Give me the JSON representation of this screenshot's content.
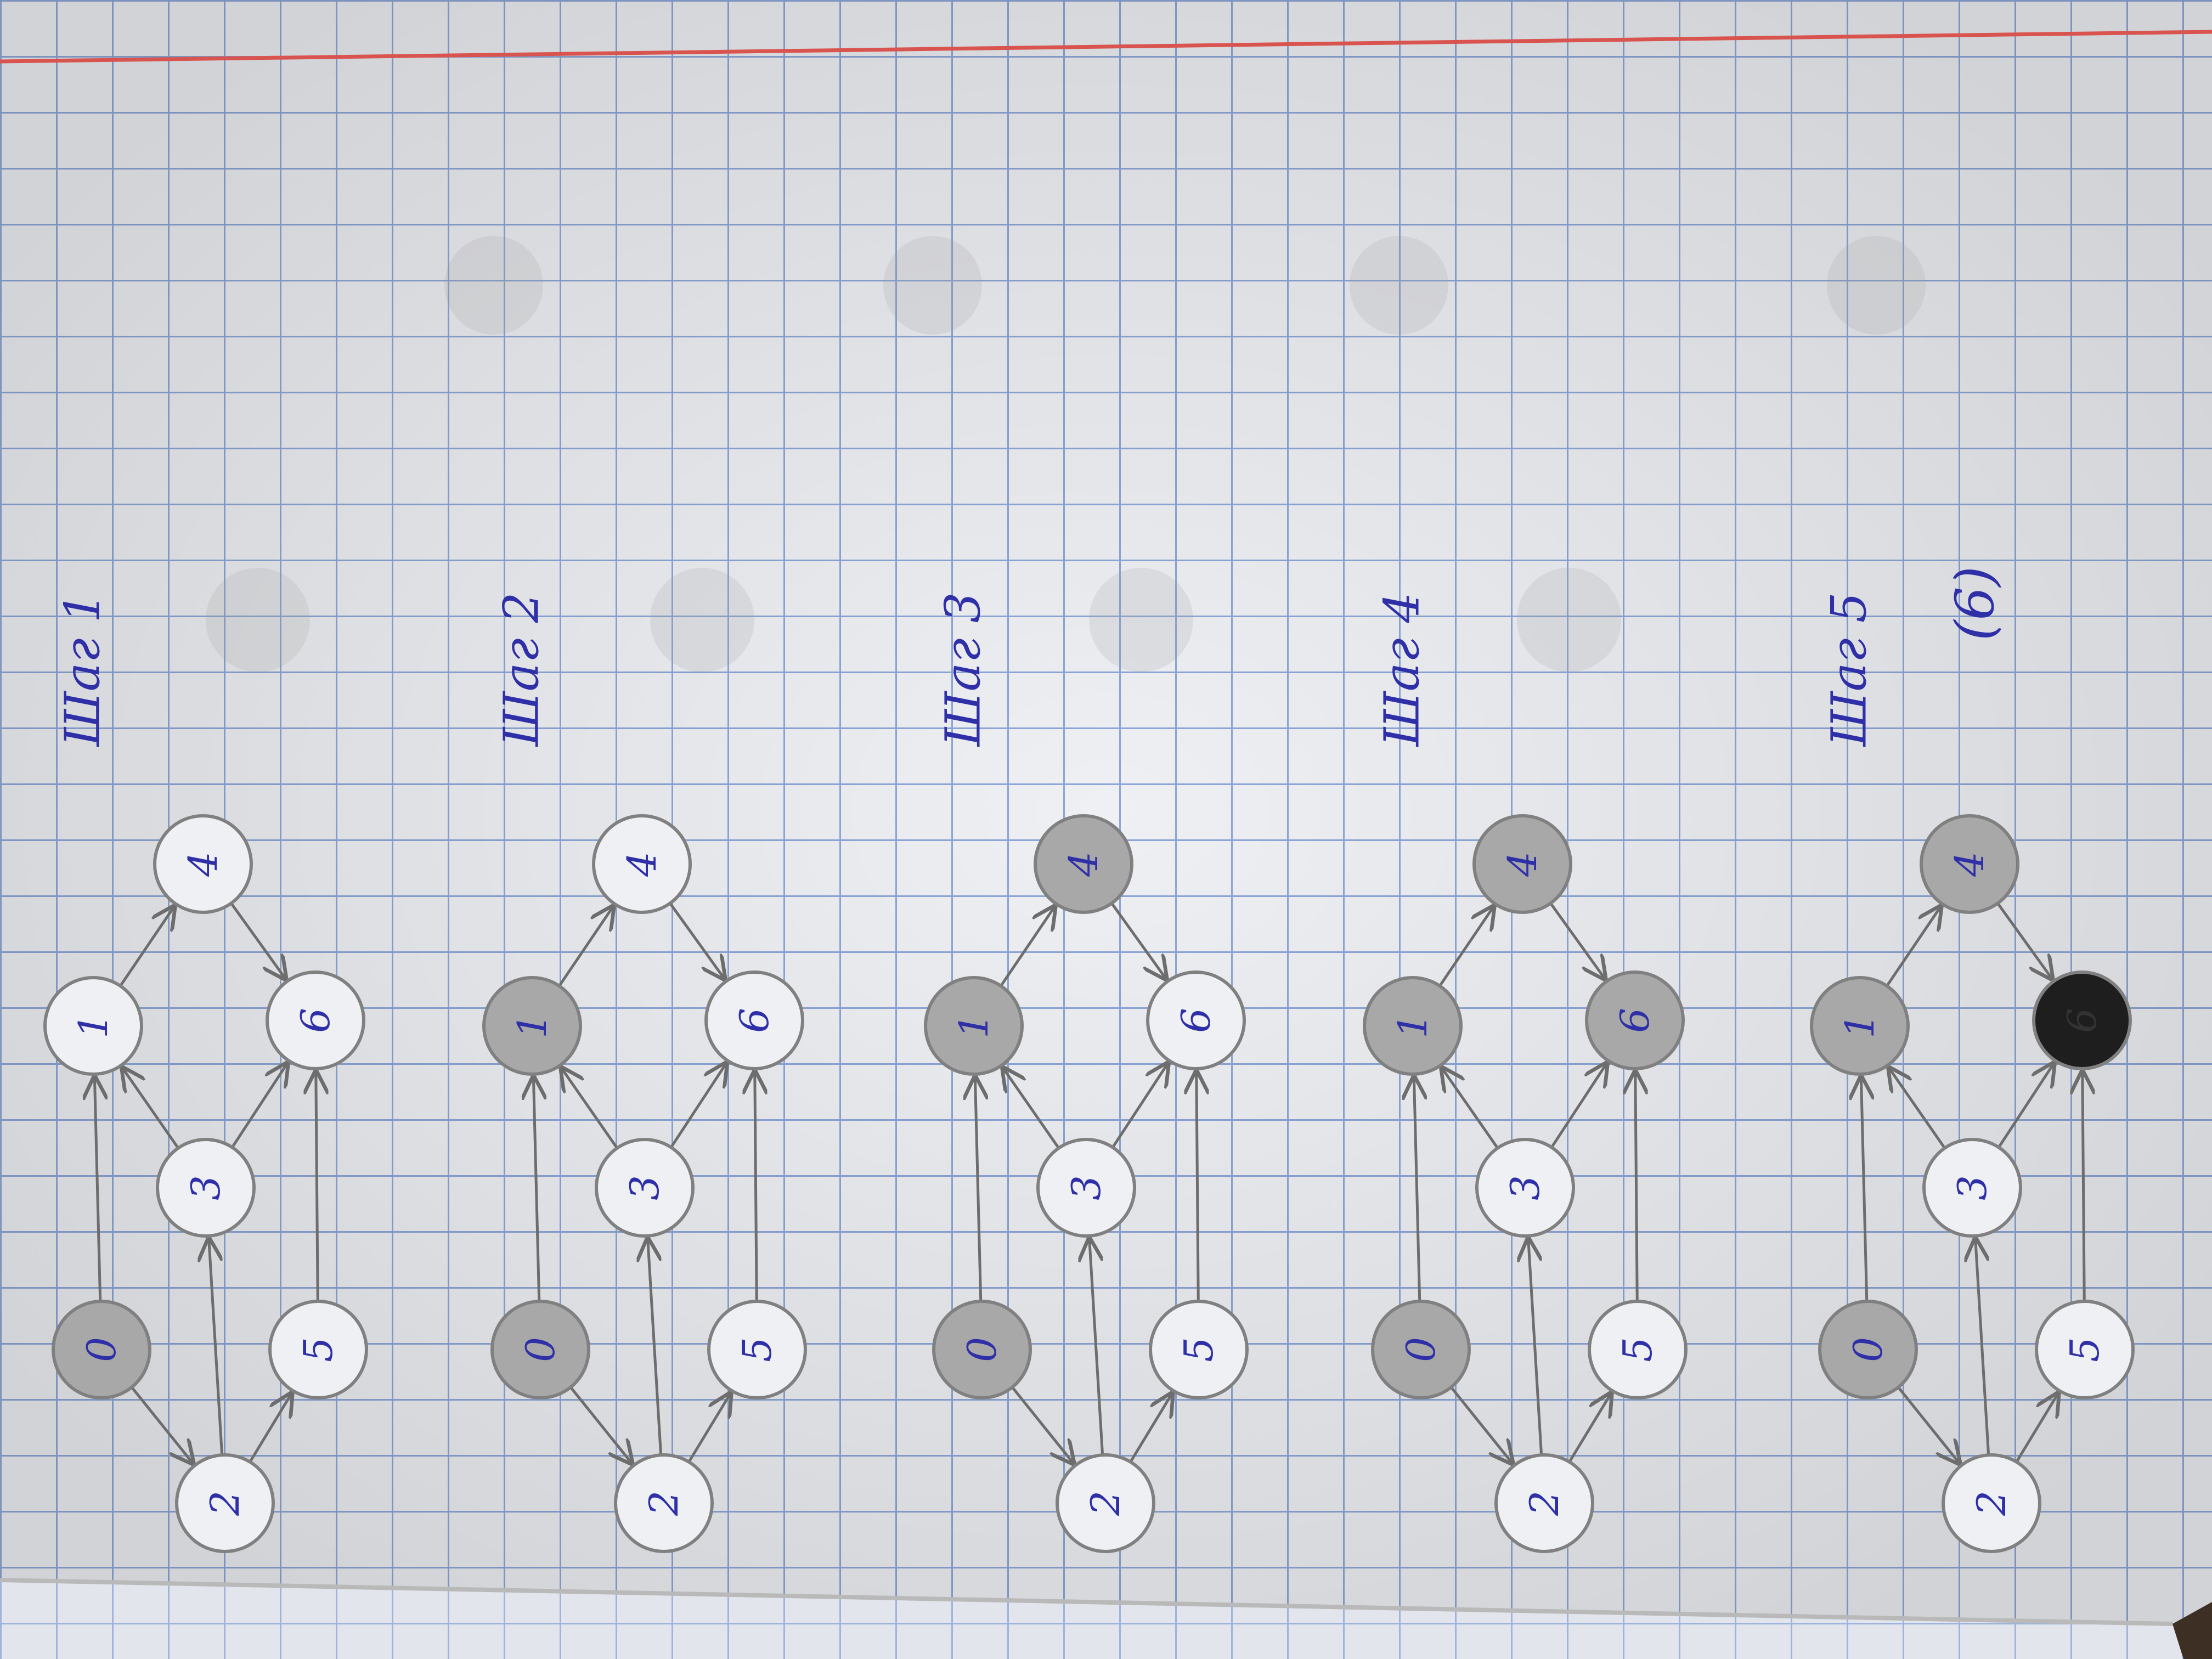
{
  "photo": {
    "description_kind": "photo of a grid notebook page (rotated) with five hand-drawn graph-coloring steps",
    "colors": {
      "paper": "#eef0f4",
      "grid": "#8ea7d8",
      "margin_line": "#d9534f",
      "ink": "#2f2fa8",
      "pencil": "#7a7a7a",
      "cover": "#3e2f25"
    }
  },
  "steps": [
    {
      "label": "Шаг 1",
      "nodes": [
        {
          "id": "0",
          "fill": "gray"
        },
        {
          "id": "1",
          "fill": "none"
        },
        {
          "id": "2",
          "fill": "none"
        },
        {
          "id": "3",
          "fill": "none"
        },
        {
          "id": "4",
          "fill": "none"
        },
        {
          "id": "5",
          "fill": "none"
        },
        {
          "id": "6",
          "fill": "none"
        }
      ]
    },
    {
      "label": "Шаг 2",
      "nodes": [
        {
          "id": "0",
          "fill": "gray"
        },
        {
          "id": "1",
          "fill": "gray"
        },
        {
          "id": "2",
          "fill": "none"
        },
        {
          "id": "3",
          "fill": "none"
        },
        {
          "id": "4",
          "fill": "none"
        },
        {
          "id": "5",
          "fill": "none"
        },
        {
          "id": "6",
          "fill": "none"
        }
      ]
    },
    {
      "label": "Шаг 3",
      "nodes": [
        {
          "id": "0",
          "fill": "gray"
        },
        {
          "id": "1",
          "fill": "gray"
        },
        {
          "id": "2",
          "fill": "none"
        },
        {
          "id": "3",
          "fill": "none"
        },
        {
          "id": "4",
          "fill": "gray"
        },
        {
          "id": "5",
          "fill": "none"
        },
        {
          "id": "6",
          "fill": "none"
        }
      ]
    },
    {
      "label": "Шаг 4",
      "nodes": [
        {
          "id": "0",
          "fill": "gray"
        },
        {
          "id": "1",
          "fill": "gray"
        },
        {
          "id": "2",
          "fill": "none"
        },
        {
          "id": "3",
          "fill": "none"
        },
        {
          "id": "4",
          "fill": "gray"
        },
        {
          "id": "5",
          "fill": "none"
        },
        {
          "id": "6",
          "fill": "gray"
        }
      ]
    },
    {
      "label": "Шаг 5",
      "nodes": [
        {
          "id": "0",
          "fill": "gray"
        },
        {
          "id": "1",
          "fill": "gray"
        },
        {
          "id": "2",
          "fill": "none"
        },
        {
          "id": "3",
          "fill": "none"
        },
        {
          "id": "4",
          "fill": "gray"
        },
        {
          "id": "5",
          "fill": "none"
        },
        {
          "id": "6",
          "fill": "black"
        }
      ],
      "extra_note": "(6)"
    }
  ],
  "edges": [
    {
      "from": "0",
      "to": "1"
    },
    {
      "from": "0",
      "to": "2"
    },
    {
      "from": "1",
      "to": "4"
    },
    {
      "from": "3",
      "to": "1"
    },
    {
      "from": "2",
      "to": "3"
    },
    {
      "from": "2",
      "to": "5"
    },
    {
      "from": "3",
      "to": "6"
    },
    {
      "from": "4",
      "to": "6"
    },
    {
      "from": "5",
      "to": "6"
    }
  ]
}
